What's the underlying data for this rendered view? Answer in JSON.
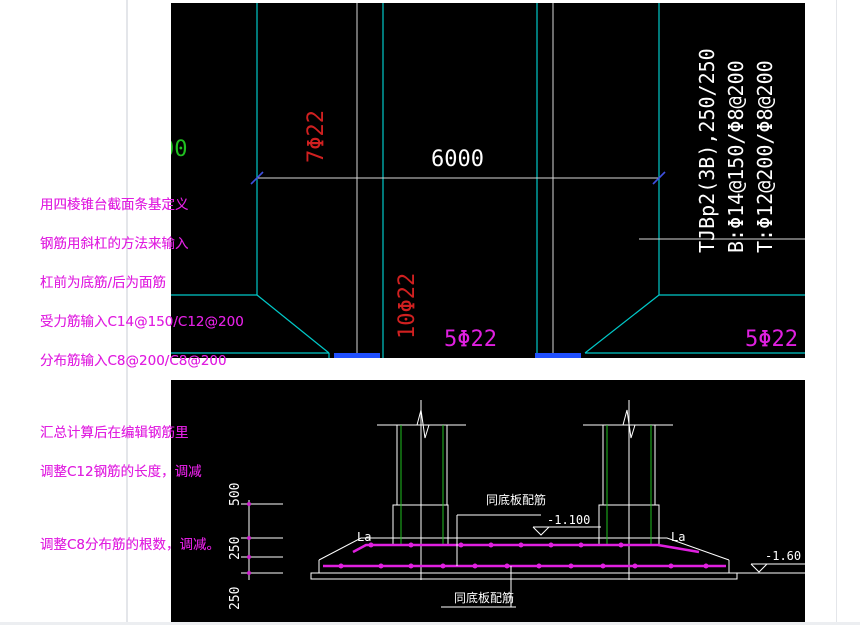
{
  "drawing_top": {
    "dimension_width": "6000",
    "rebar_left_vertical": "7Φ22",
    "rebar_left_lower": "10Φ22",
    "rebar_bottom_mid": "5Φ22",
    "rebar_bottom_right": "5Φ22",
    "partial_left_text": "00",
    "tag_line1": "TJBp2(3B),250/250",
    "tag_line2": "B:Φ14@150/Φ8@200",
    "tag_line3": "T:Φ12@200/Φ8@200"
  },
  "drawing_bottom": {
    "dim_500": "500",
    "dim_250a": "250",
    "dim_250b": "250",
    "label_top_rebar": "同底板配筋",
    "label_bottom_rebar": "同底板配筋",
    "elev_mid": "-1.100",
    "elev_right": "-1.60",
    "la_left": "La",
    "la_right": "La"
  },
  "notes": {
    "line1": "用四棱锥台截面条基定义",
    "line2": "钢筋用斜杠的方法来输入",
    "line3": "杠前为底筋/后为面筋",
    "line4": "受力筋输入C14@150/C12@200",
    "line5": "分布筋输入C8@200/C8@200",
    "line6": "汇总计算后在编辑钢筋里",
    "line7": "调整C12钢筋的长度，调减",
    "line8": "调整C8分布筋的根数，调减。"
  },
  "colors": {
    "cad_background": "#000000",
    "cyan": "#00c8c8",
    "magenta": "#e020e0",
    "red": "#d02020",
    "white": "#ffffff",
    "green": "#20c020",
    "blue": "#2050ff"
  }
}
